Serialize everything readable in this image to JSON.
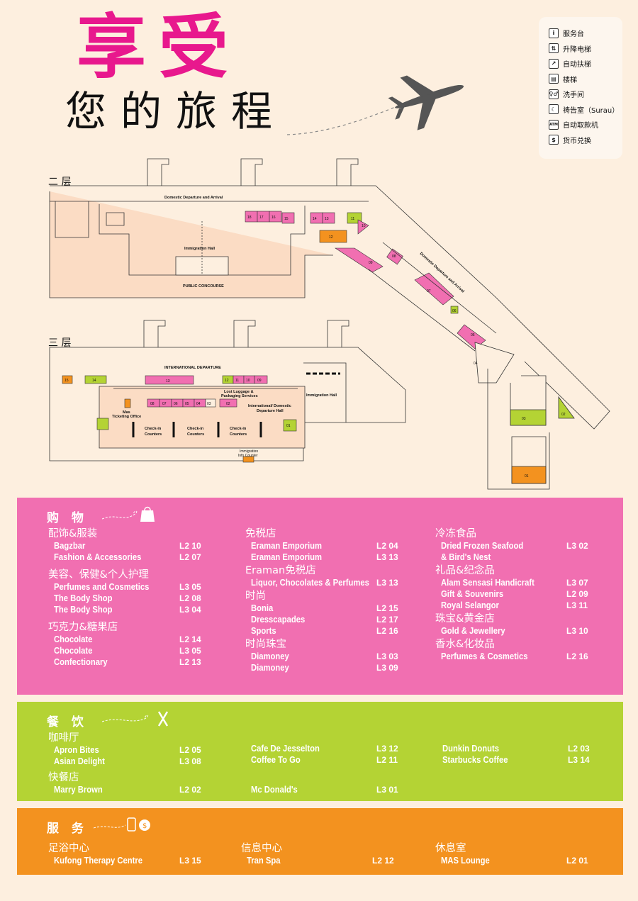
{
  "header": {
    "title_line1": "享受",
    "title_line2": "您的旅程",
    "title_color": "#e8188d"
  },
  "legend": [
    {
      "icon": "info-icon",
      "glyph": "i",
      "label": "服务台"
    },
    {
      "icon": "elevator-icon",
      "glyph": "⇅",
      "label": "升降电梯"
    },
    {
      "icon": "escalator-icon",
      "glyph": "↗",
      "label": "自动扶梯"
    },
    {
      "icon": "stairs-icon",
      "glyph": "▤",
      "label": "楼梯"
    },
    {
      "icon": "toilet-icon",
      "glyph": "♀♂",
      "label": "洗手间"
    },
    {
      "icon": "prayer-room-icon",
      "glyph": "☾",
      "label": "祷告室（Surau）"
    },
    {
      "icon": "atm-icon",
      "glyph": "ATM",
      "label": "自动取款机"
    },
    {
      "icon": "currency-exchange-icon",
      "glyph": "$",
      "label": "货币兑换"
    }
  ],
  "floors": {
    "l2": {
      "label": "二 层",
      "domestic_departure_arrival": "Domestic Departure and Arrival",
      "immigration_hall": "Immigration Hall",
      "public_concourse": "PUBLIC CONCOURSE",
      "domestic_departure_arrival_diag": "Domestic Departure and Arrival",
      "units": [
        "18",
        "17",
        "16",
        "15",
        "14",
        "13",
        "12",
        "11",
        "10",
        "09",
        "08",
        "07",
        "06",
        "05",
        "04",
        "03",
        "02",
        "01"
      ]
    },
    "l3": {
      "label": "三 层",
      "international_departure": "INTERNATIONAL DEPARTURE",
      "lost_luggage_1": "Lost Luggage &",
      "lost_luggage_2": "Packaging Services",
      "intl_domestic_1": "International/ Domestic",
      "intl_domestic_2": "Departure Hall",
      "immigration_hall": "Immigration Hall",
      "mas_ticketing_1": "Mas",
      "mas_ticketing_2": "Ticketing Office",
      "checkin_1": "Check-in",
      "checkin_2": "Counters",
      "immigration_info_1": "Immigration",
      "immigration_info_2": "Info Counter",
      "units": [
        "15",
        "14",
        "13",
        "12",
        "11",
        "10",
        "09",
        "08",
        "07",
        "06",
        "05",
        "04",
        "03",
        "02",
        "01"
      ]
    }
  },
  "colors": {
    "shopping": "#f16fb1",
    "food": "#b4d334",
    "services": "#f3921f",
    "map_floor": "#fbdcc4",
    "map_line": "#333333"
  },
  "shopping": {
    "title": "购 物",
    "columns": [
      [
        {
          "category": "配饰&服装",
          "items": [
            {
              "name": "Bagzbar",
              "level": "L2 10"
            },
            {
              "name": "Fashion & Accessories",
              "level": "L2 07"
            }
          ]
        },
        {
          "category": "美容、保健&个人护理",
          "items": [
            {
              "name": "Perfumes and Cosmetics",
              "level": "L3 05"
            },
            {
              "name": "The Body Shop",
              "level": "L2 08"
            },
            {
              "name": "The Body Shop",
              "level": "L3 04"
            }
          ]
        },
        {
          "category": "巧克力&糖果店",
          "items": [
            {
              "name": "Chocolate",
              "level": "L2 14"
            },
            {
              "name": "Chocolate",
              "level": "L3 05"
            },
            {
              "name": "Confectionary",
              "level": "L2 13"
            }
          ]
        }
      ],
      [
        {
          "category": "免税店",
          "items": [
            {
              "name": "Eraman Emporium",
              "level": "L2 04"
            },
            {
              "name": "Eraman Emporium",
              "level": "L3 13"
            }
          ]
        },
        {
          "category": "Eraman免税店",
          "items": [
            {
              "name": "Liquor, Chocolates & Perfumes",
              "level": "L3 13"
            }
          ]
        },
        {
          "category": "时尚",
          "items": [
            {
              "name": "Bonia",
              "level": "L2 15"
            },
            {
              "name": "Dresscapades",
              "level": "L2 17"
            },
            {
              "name": "Sports",
              "level": "L2 16"
            }
          ]
        },
        {
          "category": "时尚珠宝",
          "items": [
            {
              "name": "Diamoney",
              "level": "L3 03"
            },
            {
              "name": "Diamoney",
              "level": "L3 09"
            }
          ]
        }
      ],
      [
        {
          "category": "冷冻食品",
          "items": [
            {
              "name": "Dried Frozen Seafood",
              "level": "L3 02"
            },
            {
              "name": "& Bird's Nest",
              "level": ""
            }
          ]
        },
        {
          "category": "礼品&纪念品",
          "items": [
            {
              "name": "Alam Sensasi Handicraft",
              "level": "L3 07"
            },
            {
              "name": "Gift & Souvenirs",
              "level": "L2 09"
            },
            {
              "name": "Royal Selangor",
              "level": "L3 11"
            }
          ]
        },
        {
          "category": "珠宝&黄金店",
          "items": [
            {
              "name": "Gold & Jewellery",
              "level": "L3 10"
            }
          ]
        },
        {
          "category": "香水&化妆品",
          "items": [
            {
              "name": "Perfumes & Cosmetics",
              "level": "L2 16"
            }
          ]
        }
      ]
    ]
  },
  "food": {
    "title": "餐 饮",
    "cafe_category": "咖啡厅",
    "fastfood_category": "快餐店",
    "cafe_columns": [
      [
        {
          "name": "Apron Bites",
          "level": "L2 05"
        },
        {
          "name": "Asian Delight",
          "level": "L3 08"
        }
      ],
      [
        {
          "name": "Cafe De Jesselton",
          "level": "L3 12"
        },
        {
          "name": "Coffee To Go",
          "level": "L2 11"
        }
      ],
      [
        {
          "name": "Dunkin Donuts",
          "level": "L2 03"
        },
        {
          "name": "Starbucks Coffee",
          "level": "L3 14"
        }
      ]
    ],
    "fastfood_columns": [
      [
        {
          "name": "Marry Brown",
          "level": "L2 02"
        }
      ],
      [
        {
          "name": "Mc Donald's",
          "level": "L3 01"
        }
      ]
    ]
  },
  "services": {
    "title": "服 务",
    "columns": [
      {
        "category": "足浴中心",
        "name": "Kufong Therapy Centre",
        "level": "L3 15"
      },
      {
        "category": "信息中心",
        "name": "Tran Spa",
        "level": "L2 12"
      },
      {
        "category": "休息室",
        "name": "MAS Lounge",
        "level": "L2 01"
      }
    ]
  }
}
